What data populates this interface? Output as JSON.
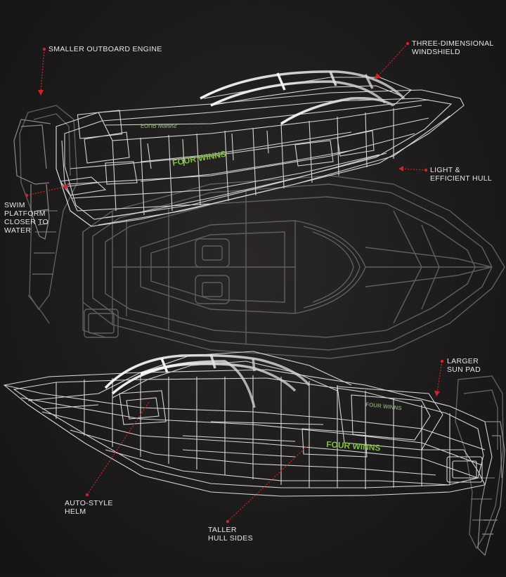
{
  "callouts": {
    "outboard": [
      "SMALLER OUTBOARD ENGINE"
    ],
    "windshield": [
      "THREE-DIMENSIONAL",
      "WINDSHIELD"
    ],
    "hull": [
      "LIGHT &",
      "EFFICIENT HULL"
    ],
    "swim": [
      "SWIM",
      "PLATFORM",
      "CLOSER TO",
      "WATER"
    ],
    "sunpad": [
      "LARGER",
      "SUN PAD"
    ],
    "helm": [
      "AUTO-STYLE",
      "HELM"
    ],
    "hullsides": [
      "TALLER",
      "HULL SIDES"
    ]
  },
  "brand_text": [
    "FOUR WINNS",
    "FOUR WINNS"
  ],
  "colors": {
    "background": "#1d1b1b",
    "wireframe": "#d8d8d8",
    "ghost": "#6a6868",
    "accent_red": "#d0242b",
    "brand_green": "#7fbf3f",
    "text": "#e8e6e6"
  }
}
